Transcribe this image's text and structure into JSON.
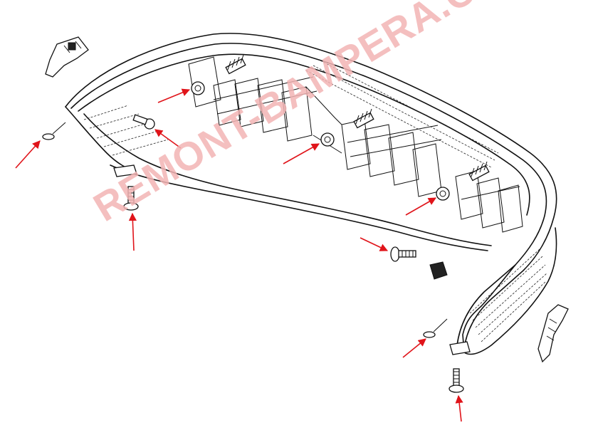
{
  "watermark": {
    "text": "REMONT-BAMPERA.COM",
    "color": "#f3b5b5"
  },
  "colors": {
    "arrow": "#e0141a",
    "line": "#111111",
    "background": "#ffffff"
  },
  "arrows": [
    {
      "id": "left-side-screw"
    },
    {
      "id": "left-inner-nut"
    },
    {
      "id": "left-inner-bolt"
    },
    {
      "id": "center-nut"
    },
    {
      "id": "right-inner-nut"
    },
    {
      "id": "left-bottom-bolt"
    },
    {
      "id": "right-middle-bolt"
    },
    {
      "id": "right-side-screw"
    },
    {
      "id": "right-bottom-bolt"
    }
  ]
}
